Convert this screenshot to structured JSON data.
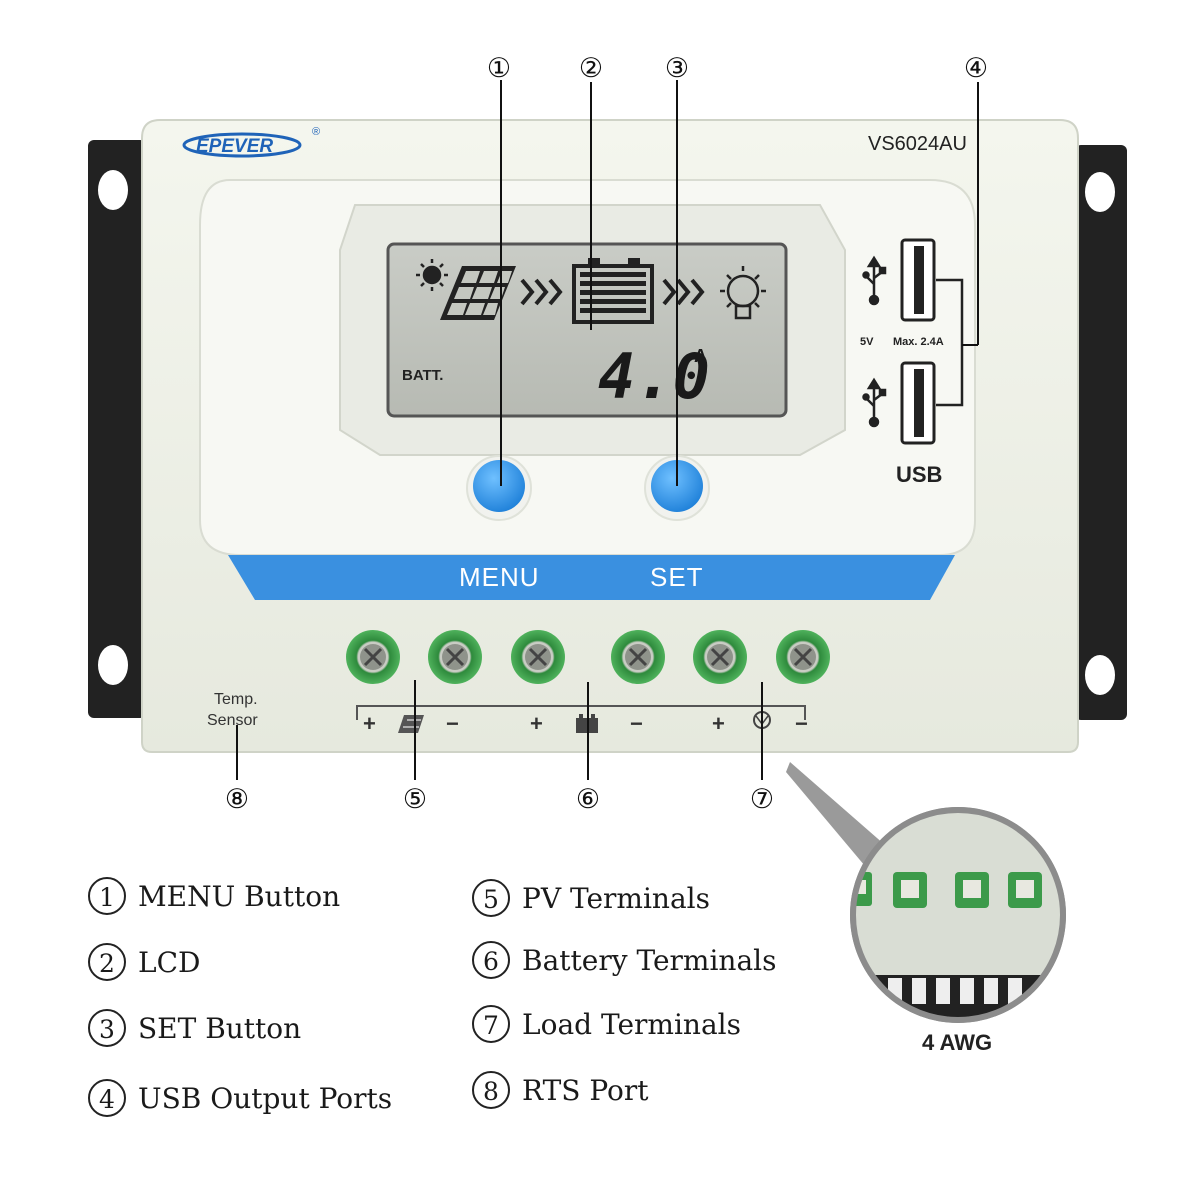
{
  "device": {
    "brand": "EPEVER",
    "brand_mark": "®",
    "model": "VS6024AU",
    "lcd": {
      "label": "BATT.",
      "value": "4.0",
      "unit": "A"
    },
    "usb": {
      "spec_voltage": "5V",
      "spec_current": "Max. 2.4A",
      "label": "USB"
    },
    "buttons": [
      "MENU",
      "SET"
    ],
    "sensor_label_line1": "Temp.",
    "sensor_label_line2": "Sensor",
    "terminal_signs": [
      "+",
      "−",
      "+",
      "−",
      "+",
      "−"
    ],
    "inset_label": "4 AWG",
    "accent_color": "#3a90e0",
    "terminal_color": "#3c9a4a"
  },
  "callouts": [
    "①",
    "②",
    "③",
    "④",
    "⑤",
    "⑥",
    "⑦",
    "⑧"
  ],
  "legend": [
    {
      "num": "1",
      "label": "MENU Button"
    },
    {
      "num": "2",
      "label": "LCD"
    },
    {
      "num": "3",
      "label": "SET Button"
    },
    {
      "num": "4",
      "label": "USB Output Ports"
    },
    {
      "num": "5",
      "label": "PV Terminals"
    },
    {
      "num": "6",
      "label": "Battery Terminals"
    },
    {
      "num": "7",
      "label": "Load Terminals"
    },
    {
      "num": "8",
      "label": "RTS Port"
    }
  ]
}
